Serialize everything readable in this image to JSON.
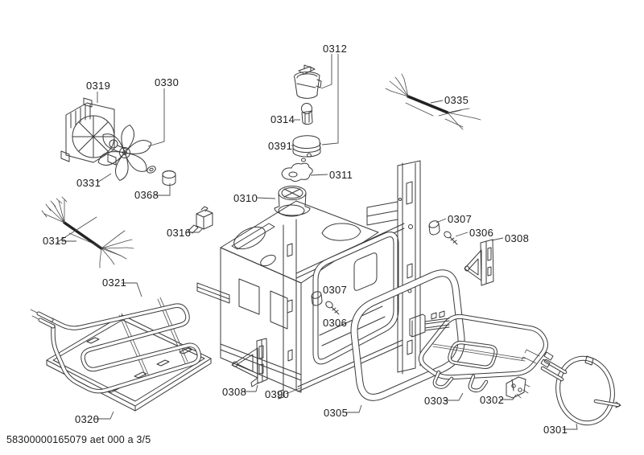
{
  "document": {
    "footer_text": "58300000165079 aet 000 a 3/5"
  },
  "diagram": {
    "type": "exploded-parts-diagram",
    "callouts": [
      {
        "ref": "0319"
      },
      {
        "ref": "0330"
      },
      {
        "ref": "0331"
      },
      {
        "ref": "0368"
      },
      {
        "ref": "0315"
      },
      {
        "ref": "0316"
      },
      {
        "ref": "0321"
      },
      {
        "ref": "0320"
      },
      {
        "ref": "0312"
      },
      {
        "ref": "0314"
      },
      {
        "ref": "0391"
      },
      {
        "ref": "0311"
      },
      {
        "ref": "0310"
      },
      {
        "ref": "0335"
      },
      {
        "ref": "0307"
      },
      {
        "ref": "0306"
      },
      {
        "ref": "0307"
      },
      {
        "ref": "0306"
      },
      {
        "ref": "0308"
      },
      {
        "ref": "0308"
      },
      {
        "ref": "0390"
      },
      {
        "ref": "0305"
      },
      {
        "ref": "0303"
      },
      {
        "ref": "0302"
      },
      {
        "ref": "0301"
      }
    ]
  }
}
